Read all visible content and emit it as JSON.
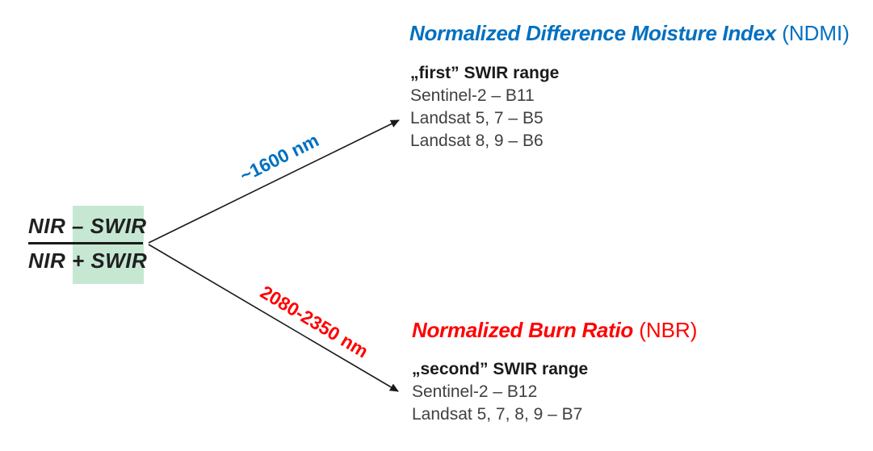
{
  "formula": {
    "numerator": "NIR – SWIR",
    "denominator": "NIR + SWIR"
  },
  "arrows": {
    "top": {
      "label": "~1600 nm",
      "color": "#0070c0"
    },
    "bottom": {
      "label": "2080-2350 nm",
      "color": "#ff0000"
    }
  },
  "ndmi": {
    "title_main": "Normalized Difference Moisture Index",
    "title_paren": "(NDMI)",
    "heading": "„first” SWIR range",
    "lines": [
      "Sentinel-2 – B11",
      "Landsat 5, 7 – B5",
      "Landsat 8, 9 – B6"
    ]
  },
  "nbr": {
    "title_main": "Normalized Burn Ratio",
    "title_paren": "(NBR)",
    "heading": "„second” SWIR range",
    "lines": [
      "Sentinel-2 – B12",
      "Landsat 5, 7, 8, 9 – B7"
    ]
  },
  "colors": {
    "blue": "#0070c0",
    "red": "#ff0000",
    "green_highlight": "#c6e8d3",
    "arrow": "#1a1a1a"
  }
}
